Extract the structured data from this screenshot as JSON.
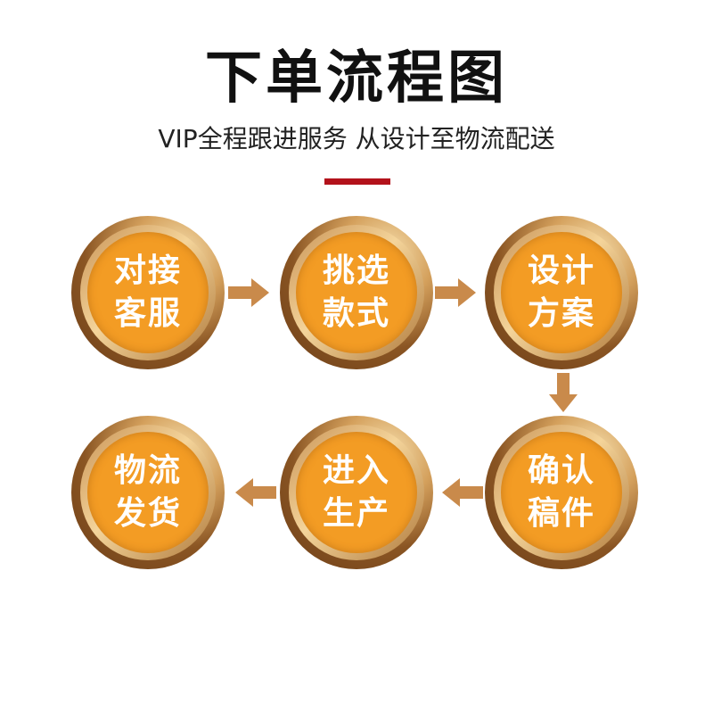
{
  "header": {
    "title": "下单流程图",
    "subtitle": "VIP全程跟进服务  从设计至物流配送"
  },
  "colors": {
    "accent_bar": "#b3121b",
    "step_fill": "#f39c24",
    "arrow": "#c98a4b"
  },
  "steps": [
    {
      "line1": "对接",
      "line2": "客服"
    },
    {
      "line1": "挑选",
      "line2": "款式"
    },
    {
      "line1": "设计",
      "line2": "方案"
    },
    {
      "line1": "确认",
      "line2": "稿件"
    },
    {
      "line1": "进入",
      "line2": "生产"
    },
    {
      "line1": "物流",
      "line2": "发货"
    }
  ],
  "arrows": [
    {
      "icon": "arrow-right-icon",
      "from_step": 1,
      "to_step": 2
    },
    {
      "icon": "arrow-right-icon",
      "from_step": 2,
      "to_step": 3
    },
    {
      "icon": "arrow-down-icon",
      "from_step": 3,
      "to_step": 4
    },
    {
      "icon": "arrow-left-icon",
      "from_step": 4,
      "to_step": 5
    },
    {
      "icon": "arrow-left-icon",
      "from_step": 5,
      "to_step": 6
    }
  ]
}
